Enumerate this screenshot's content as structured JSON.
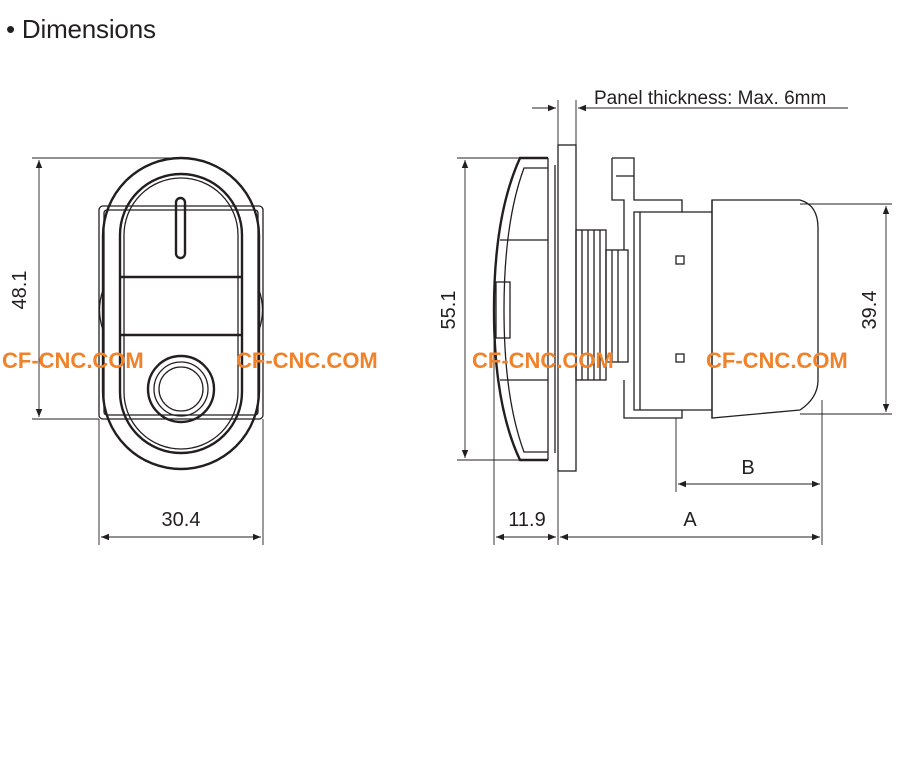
{
  "heading": "• Dimensions",
  "front_view": {
    "height_label": "48.1",
    "width_label": "30.4"
  },
  "side_view": {
    "panel_note": "Panel thickness: Max. 6mm",
    "height_label": "55.1",
    "block_height_label": "39.4",
    "front_depth_label": "11.9",
    "dim_a_label": "A",
    "dim_b_label": "B"
  },
  "watermark": "CF-CNC.COM",
  "colors": {
    "line": "#231f20",
    "watermark": "#f0822a",
    "background": "#ffffff"
  }
}
